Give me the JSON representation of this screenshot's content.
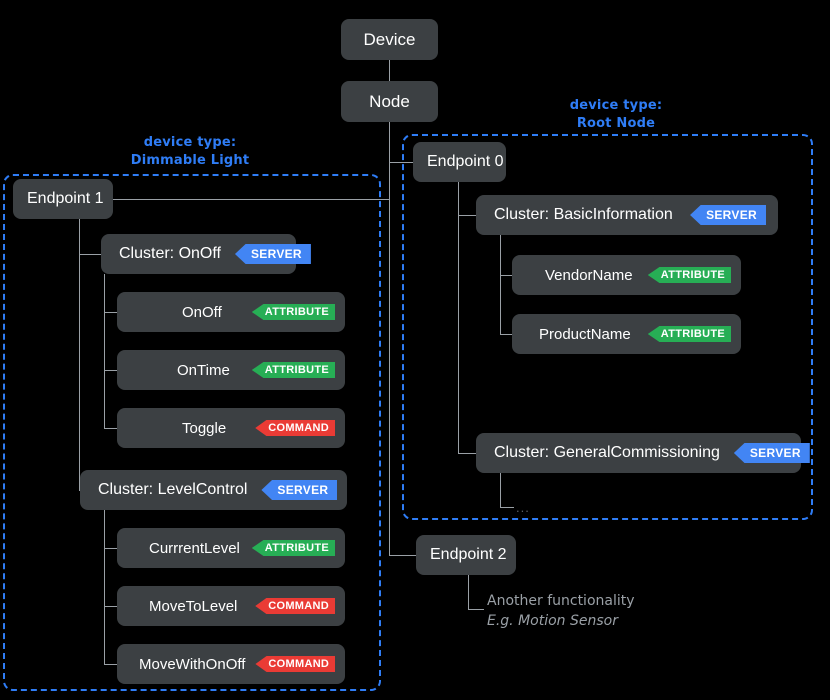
{
  "diagram": {
    "title_nodes": {
      "device": "Device",
      "node": "Node"
    },
    "device_types": [
      {
        "caption": "device type:",
        "name": "Dimmable Light"
      },
      {
        "caption": "device type:",
        "name": "Root Node"
      }
    ],
    "endpoints": [
      {
        "label": "Endpoint 1"
      },
      {
        "label": "Endpoint 0"
      },
      {
        "label": "Endpoint 2"
      }
    ],
    "clusters": [
      {
        "label": "Cluster: OnOff",
        "badge": "SERVER"
      },
      {
        "label": "Cluster: LevelControl",
        "badge": "SERVER"
      },
      {
        "label": "Cluster: BasicInformation",
        "badge": "SERVER"
      },
      {
        "label": "Cluster: GeneralCommissioning",
        "badge": "SERVER"
      }
    ],
    "onoff_children": [
      {
        "label": "OnOff",
        "badge": "ATTRIBUTE",
        "kind": "attribute"
      },
      {
        "label": "OnTime",
        "badge": "ATTRIBUTE",
        "kind": "attribute"
      },
      {
        "label": "Toggle",
        "badge": "COMMAND",
        "kind": "command"
      }
    ],
    "levelcontrol_children": [
      {
        "label": "CurrrentLevel",
        "badge": "ATTRIBUTE",
        "kind": "attribute"
      },
      {
        "label": "MoveToLevel",
        "badge": "COMMAND",
        "kind": "command"
      },
      {
        "label": "MoveWithOnOff",
        "badge": "COMMAND",
        "kind": "command"
      }
    ],
    "basicinformation_children": [
      {
        "label": "VendorName",
        "badge": "ATTRIBUTE",
        "kind": "attribute"
      },
      {
        "label": "ProductName",
        "badge": "ATTRIBUTE",
        "kind": "attribute"
      }
    ],
    "generalcommissioning_children": [
      {
        "label": "...",
        "kind": "ellipsis"
      }
    ],
    "endpoint2_note": {
      "line1": "Another functionality",
      "line2": "E.g. Motion Sensor"
    },
    "colors": {
      "background": "#000000",
      "box_fill": "#3c4043",
      "connector": "#9aa0a6",
      "region_border": "#2f7df6",
      "device_type_text": "#2f7df6",
      "badge_server": "#4285f4",
      "badge_attribute": "#27ae55",
      "badge_command": "#ea3b35",
      "note_text": "#9aa0a6"
    }
  }
}
